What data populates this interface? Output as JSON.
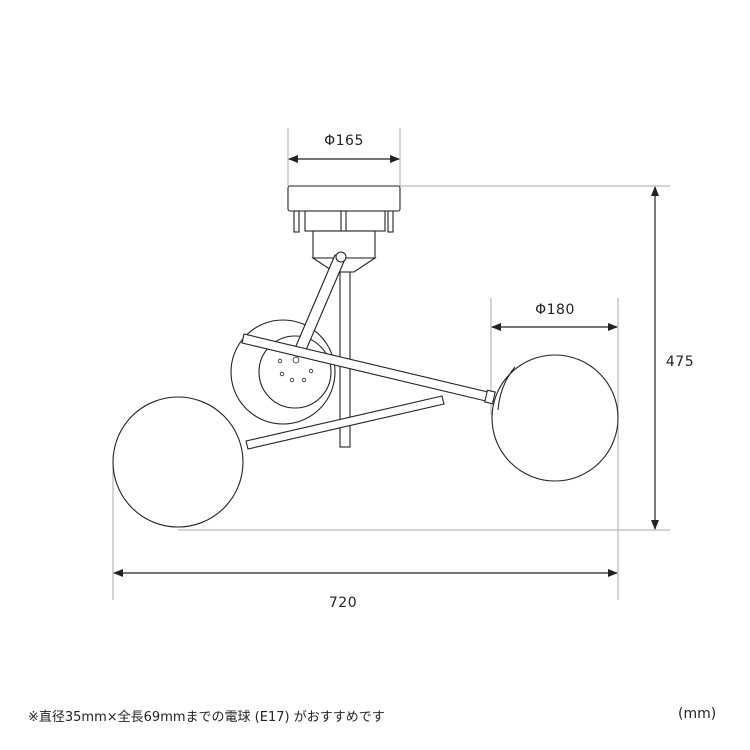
{
  "dimensions": {
    "canopy_diameter": "Φ165",
    "globe_diameter": "Φ180",
    "height": "475",
    "width": "720"
  },
  "note": "※直径35mm×全長69mmまでの電球 (E17) がおすすめです",
  "unit": "(mm)",
  "colors": {
    "line": "#222222",
    "guide": "#aaaaaa"
  }
}
